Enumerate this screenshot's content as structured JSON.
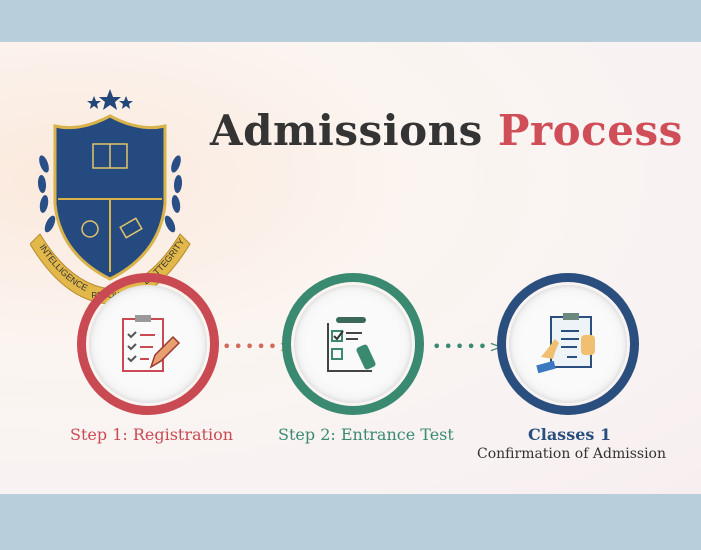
{
  "title": {
    "part1": "Admissions",
    "part2": "Process"
  },
  "crest": {
    "banner_left": "INTELLIGENCE",
    "banner_center": "RESOLVE",
    "banner_right": "BS TTEGRITY"
  },
  "steps": [
    {
      "label": "Step 1: Registration",
      "color": "#c94a52",
      "icon": "clipboard-pencil-icon"
    },
    {
      "label": "Step 2: Entrance Test",
      "color": "#3a8a72",
      "icon": "test-checklist-icon"
    },
    {
      "label": "Classes 1",
      "sublabel": "Confirmation of Admission",
      "color": "#2a4f7e",
      "icon": "hand-clipboard-icon"
    }
  ],
  "connectors": [
    "arrow-dots-icon",
    "arrow-dots-icon"
  ]
}
